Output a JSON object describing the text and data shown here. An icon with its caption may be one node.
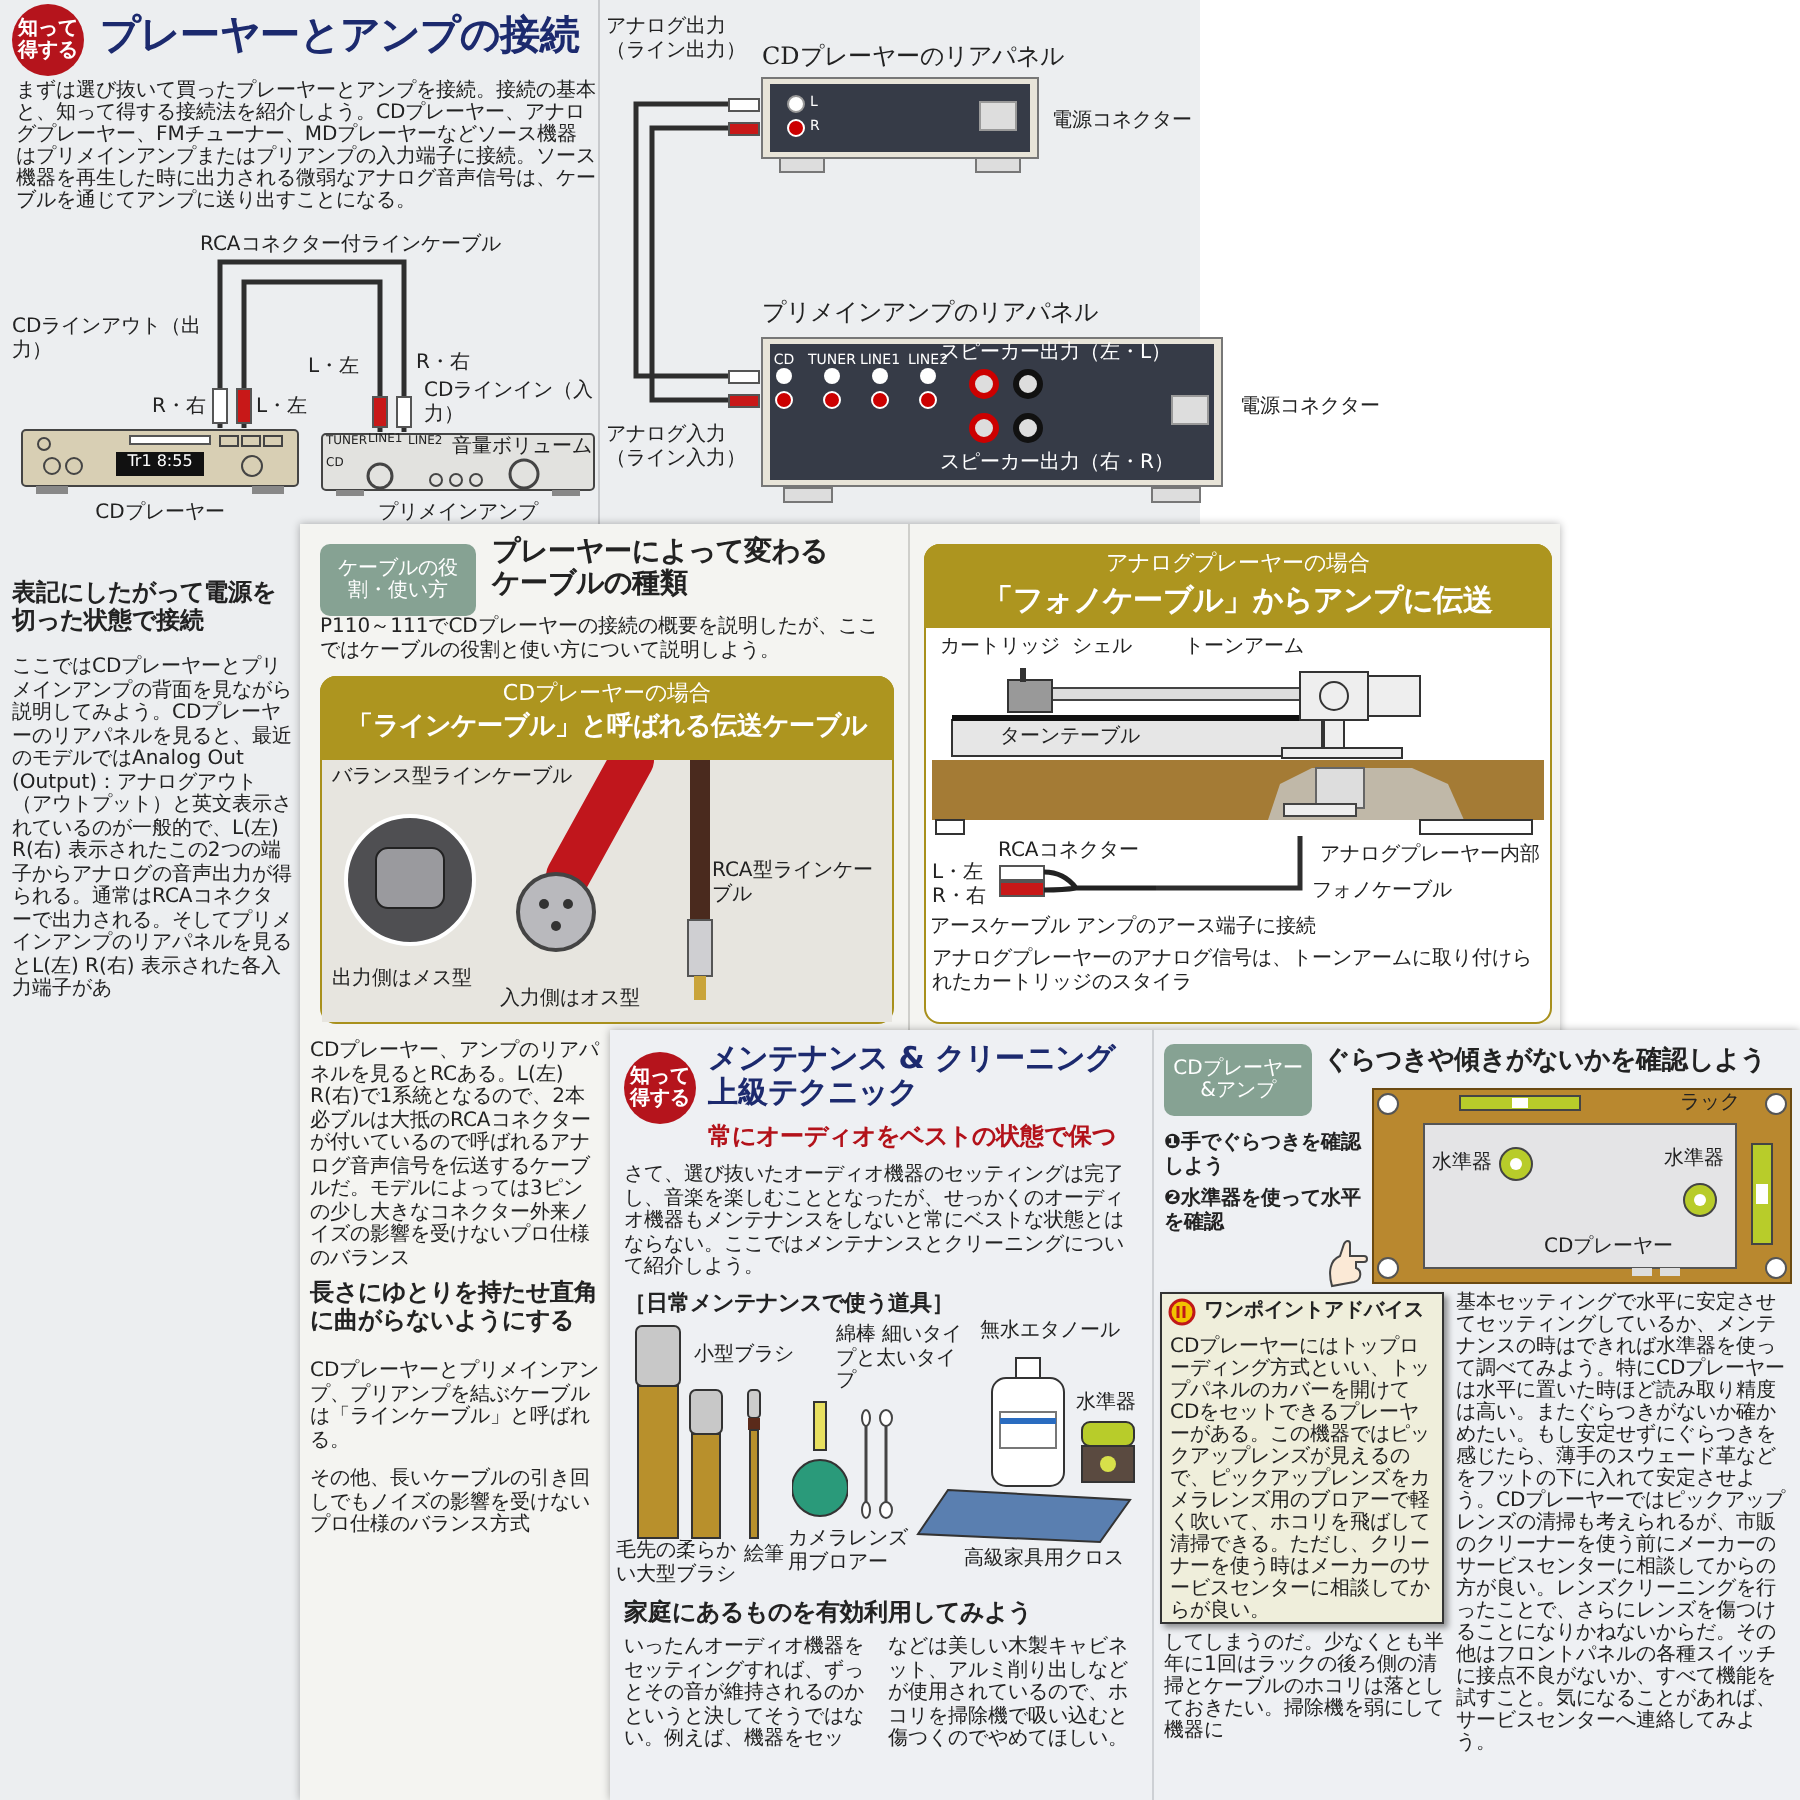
{
  "diagram": {
    "title": "プレーヤーとアンプの接続",
    "nodes": [
      {
        "text": [
          "CDプレーヤー"
        ]
      },
      {
        "text": [
          "プリメインアンプ"
        ]
      },
      {
        "text": [
          "CDプレーヤーのリアパネル"
        ]
      },
      {
        "text": [
          "プリメインアンプのリアパネル"
        ]
      },
      {
        "text": [],
        "shape": "picture"
      },
      {
        "text": [
          "RCAコネクター"
        ]
      },
      {
        "text": [
          "ワンポイントアドバイス",
          "CDプレーヤーにはトップローディング方式といい、トップパネルのカバーを開けてCDをセットできるプレーヤーがある。この機器ではピックアップレンズが見えるので、ピックアップレンズをカメラレンズ用のブロアーで軽く吹いて、ホコリを飛ばして清掃できる。ただし、クリーナーを使う時はメーカーのサービスセンターに相談してからが良い。"
        ]
      }
    ],
    "edges": [
      {
        "from": 0,
        "to": 1,
        "arrow": "none",
        "label": "RCAコネクター付ラインケーブル"
      },
      {
        "from": 2,
        "to": 3,
        "arrow": "none"
      },
      {
        "from": 4,
        "to": 5,
        "arrow": "none",
        "label": "フォノケーブル"
      }
    ],
    "labels": [
      "知って得する",
      "まずは選び抜いて買ったプレーヤーとアンプを接続。接続の基本と、知って得する接続法を紹介しよう。CDプレーヤー、アナログプレーヤー、FMチューナー、MDプレーヤーなどソース機器はプリメインアンプまたはプリアンプの入力端子に接続。ソース機器を再生した時に出力される微弱なアナログ音声信号は、ケーブルを通じてアンプに送り出すことになる。",
      "R・右",
      "L・左",
      "CDラインアウト（出力）",
      "Tr1 8:55",
      "L・左",
      "R・右",
      "CDラインイン（入力）",
      "TUNER",
      "LINE1",
      "LINE2",
      "CD",
      "音量ボリューム",
      "アナログ出力（ライン出力）",
      "L",
      "R",
      "電源コネクター",
      "CD",
      "TUNER",
      "LINE1",
      "LINE2",
      "スピーカー出力（左・L）",
      "スピーカー出力（右・R）",
      "電源コネクター",
      "アナログ入力（ライン入力）",
      "表記にしたがって電源を切った状態で接続",
      "ここではCDプレーヤーとプリメインアンプの背面を見ながら説明してみよう。CDプレーヤーのリアパネルを見ると、最近のモデルではAnalog Out (Output)：アナログアウト（アウトプット）と英文表示されているのが一般的で、L(左) R(右) 表示されたこの2つの端子からアナログの音声出力が得られる。通常はRCAコネクターで出力される。そしてプリメインアンプのリアパネルを見るとL(左) R(右) 表示された各入力端子があ",
      "ケーブルの役割・使い方",
      "プレーヤーによって変わるケーブルの種類",
      "P110～111でCDプレーヤーの接続の概要を説明したが、ここではケーブルの役割と使い方について説明しよう。",
      "CDプレーヤーの場合",
      "「ラインケーブル」と呼ばれる伝送ケーブル",
      "バランス型ラインケーブル",
      "出力側はメス型",
      "入力側はオス型",
      "RCA型ラインケーブル",
      "CDプレーヤー、アンプのリアパネルを見るとRCある。L(左) R(右)で1系統となるので、2本必ブルは大抵のRCAコネクターが付いているので呼ばれるアナログ音声信号を伝送するケーブルだ。モデルによっては3ピンの少し大きなコネクター外来ノイズの影響を受けないプロ仕様のバランス",
      "長さにゆとりを持たせ直角に曲がらないようにする",
      "CDプレーヤーとプリメインアンプ、プリアンプを結ぶケーブルは「ラインケーブル」と呼ばれる。",
      "その他、長いケーブルの引き回しでもノイズの影響を受けないプロ仕様のバランス方式",
      "アナログプレーヤーの場合",
      "「フォノケーブル」からアンプに伝送",
      "カートリッジ",
      "シェル",
      "トーンアーム",
      "ターンテーブル",
      "アナログプレーヤー内部",
      "L・左",
      "R・右",
      "アースケーブル アンプのアース端子に接続",
      "アナログプレーヤーのアナログ信号は、トーンアームに取り付けられたカートリッジのスタイラ",
      "知って得する",
      "メンテナンス & クリーニング上級テクニック",
      "常にオーディオをベストの状態で保つ",
      "さて、選び抜いたオーディオ機器のセッティングは完了し、音楽を楽しむこととなったが、せっかくのオーディオ機器もメンテナンスをしないと常にベストな状態とはならない。ここではメンテナンスとクリーニングについて紹介しよう。",
      "［日常メンテナンスで使う道具］",
      "小型ブラシ",
      "毛先の柔らかい大型ブラシ",
      "絵筆",
      "カメラレンズ用ブロアー",
      "綿棒 細いタイプと太いタイプ",
      "無水エタノール",
      "水準器",
      "高級家具用クロス",
      "家庭にあるものを有効利用してみよう",
      "いったんオーディオ機器をセッティングすれば、ずっとその音が維持されるのかというと決してそうではない。例えば、機器をセッ",
      "CDプレーヤー&アンプ",
      "ぐらつきや傾きがないかを確認しよう",
      "❶手でぐらつきを確認しよう",
      "❷水準器を使って水平を確認",
      "ラック",
      "水準器",
      "水準器",
      "CDプレーヤー",
      "基本セッティングで水平に安定させてセッティングしているか、メンテナンスの時はできれば水準器を使って調べてみよう。特にCDプレーヤーは水平に置いた時ほど読み取り精度は高い。またぐらつきがないか確かめたい。もし安定せずにぐらつきを感じたら、薄手のスウェード革などをフットの下に入れて安定させよう。CDプレーヤーではピックアップレンズの清掃も考えられるが、市販のクリーナーを使う前にメーカーのサービスセンターに相談してからの方が良い。レンズクリーニングを行ったことで、さらにレンズを傷つけることになりかねないからだ。その他はフロントパネルの各種スイッチに接点不良がないか、すべて機能を試すこと。気になることがあれば、サービスセンターへ連絡してみよう。",
      "などは美しい木製キャビネット、アルミ削り出しなどが使用されているので、ホコリを掃除機で吸い込むと傷つくのでやめてほしい。",
      "してしまうのだ。少なくとも半年に1回はラックの後ろ側の清掃とケーブルのホコリは落としておきたい。掃除機を弱にして機器に"
    ]
  }
}
